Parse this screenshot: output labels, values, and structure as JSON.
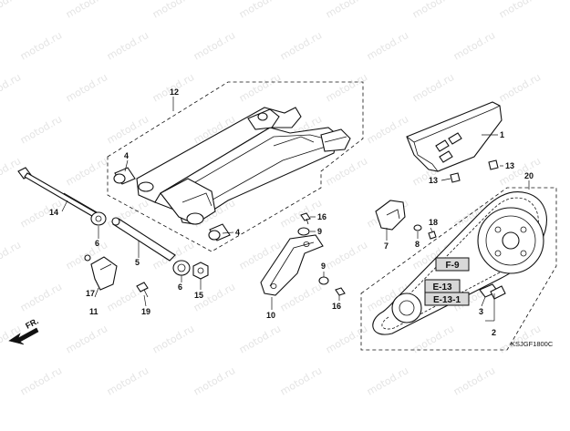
{
  "watermark": {
    "text": "motod.ru"
  },
  "diagram_code": "KSJGF1800C",
  "direction_label": "FR.",
  "callouts": {
    "c1": "1",
    "c2": "2",
    "c3": "3",
    "c4a": "4",
    "c4b": "4",
    "c5": "5",
    "c6a": "6",
    "c6b": "6",
    "c7": "7",
    "c8": "8",
    "c9a": "9",
    "c9b": "9",
    "c10": "10",
    "c11": "11",
    "c12": "12",
    "c13a": "13",
    "c13b": "13",
    "c14": "14",
    "c15": "15",
    "c16a": "16",
    "c16b": "16",
    "c17": "17",
    "c18": "18",
    "c19": "19",
    "c20": "20"
  },
  "refs": {
    "f9": "F-9",
    "e13": "E-13",
    "e131": "E-13-1"
  },
  "colors": {
    "line": "#111111",
    "watermark": "#e4e4e4",
    "ref_box": "#d8d8d8"
  }
}
